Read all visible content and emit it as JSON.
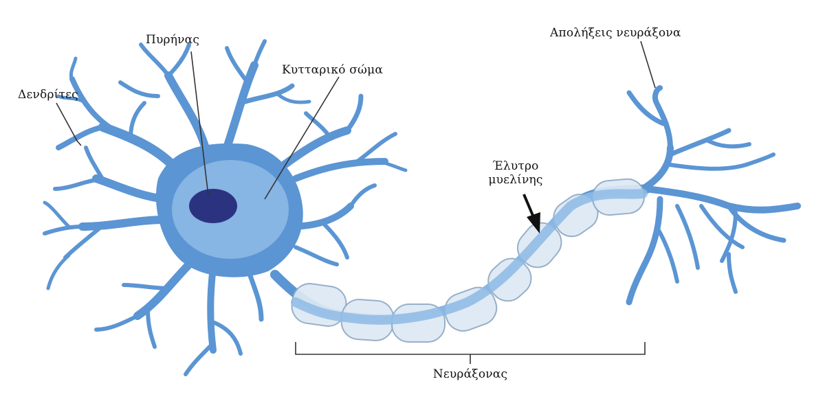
{
  "labels": {
    "dendrites": "Δενδρίτες",
    "nucleus": "Πυρήνας",
    "cell_body": "Κυτταρικό σώμα",
    "axon_terminals": "Απολήξεις νευράξονα",
    "myelin_line1": "Έλυτρο",
    "myelin_line2": "μυελίνης",
    "axon": "Νευράξονας"
  },
  "colors": {
    "neuron": "#5b95d3",
    "cell_body_highlight": "#8fbbe6",
    "nucleus": "#2b3380",
    "myelin": "#dde9f4",
    "myelin_stroke": "#8fa9c4",
    "leader_line": "#333333"
  }
}
